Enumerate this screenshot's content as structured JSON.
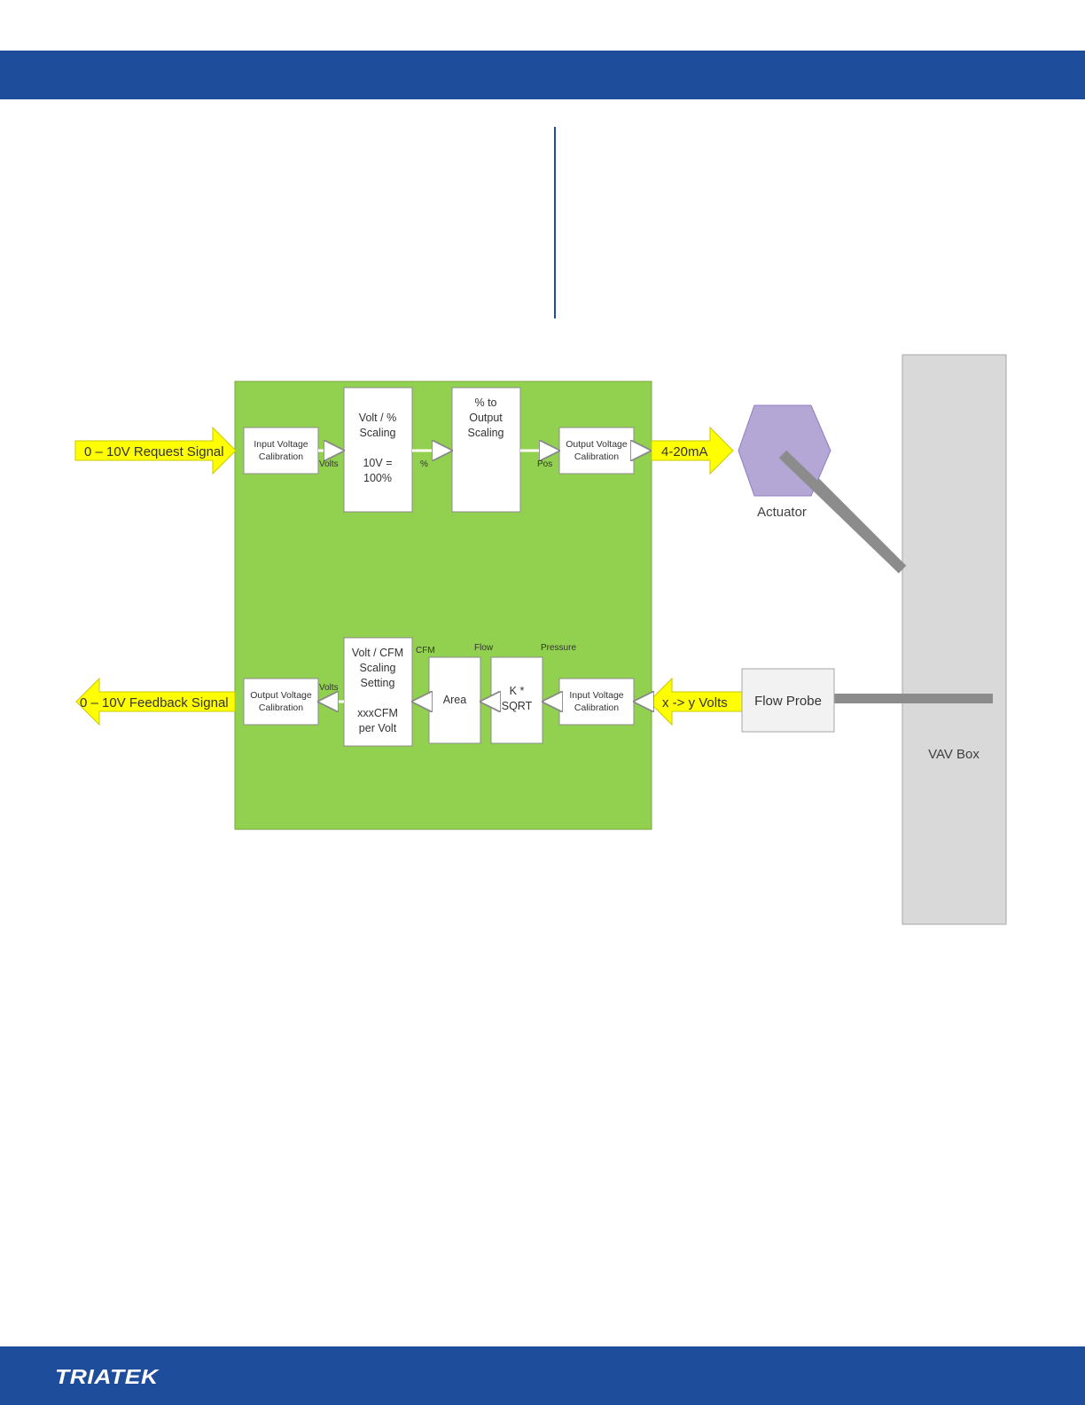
{
  "brand": {
    "logo_text": "TRIATEK"
  },
  "colors": {
    "band": "#1e4d9b",
    "board": "#92d050",
    "signal": "#ffff00",
    "actuator": "#b4a7d6"
  },
  "diagram": {
    "request_signal": "0 – 10V Request Signal",
    "feedback_signal": "0 – 10V Feedback Signal",
    "output_current": "4-20mA",
    "probe_volts": "x -> y Volts",
    "top": {
      "input_cal": [
        "Input Voltage",
        "Calibration"
      ],
      "volt_pct": [
        "Volt / %",
        "Scaling"
      ],
      "volt_pct_eq": [
        "10V =",
        "100%"
      ],
      "pct_out": [
        "% to",
        "Output",
        "Scaling"
      ],
      "output_cal": [
        "Output Voltage",
        "Calibration"
      ],
      "lbl_volts": "Volts",
      "lbl_pct": "%",
      "lbl_pos": "Pos"
    },
    "bottom": {
      "output_cal": [
        "Output Voltage",
        "Calibration"
      ],
      "volt_cfm": [
        "Volt / CFM",
        "Scaling",
        "Setting"
      ],
      "volt_cfm_eq": [
        "xxxCFM",
        "per Volt"
      ],
      "area": "Area",
      "ksqrt": [
        "K *",
        "SQRT"
      ],
      "input_cal": [
        "Input Voltage",
        "Calibration"
      ],
      "lbl_volts": "Volts",
      "lbl_cfm": "CFM",
      "lbl_flow": "Flow",
      "lbl_pressure": "Pressure"
    },
    "actuator": "Actuator",
    "flow_probe": "Flow Probe",
    "vav_box": "VAV Box"
  }
}
